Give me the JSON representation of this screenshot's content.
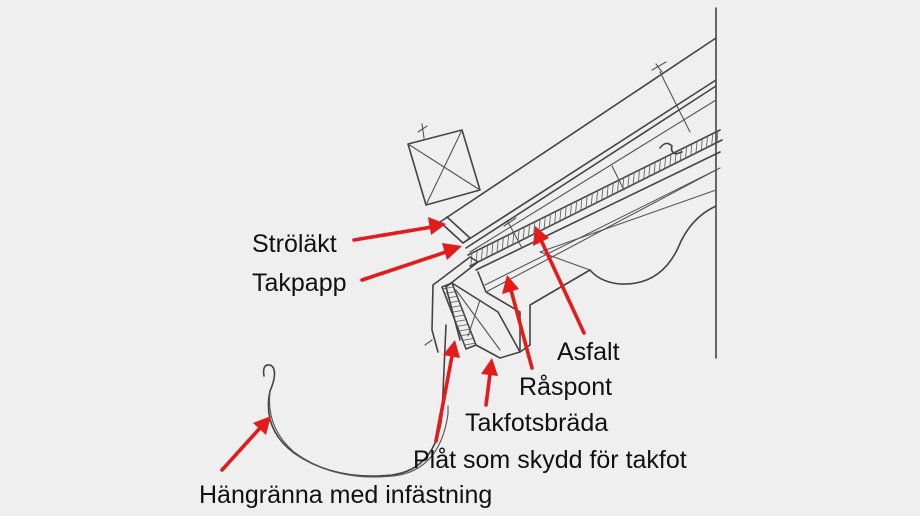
{
  "labels": {
    "strolakt": "Ströläkt",
    "takpapp": "Takpapp",
    "asfalt": "Asfalt",
    "raspont": "Råspont",
    "takfotsbrada": "Takfotsbräda",
    "plat": "Plåt som skydd för takfot",
    "hangranna": "Hängränna med infästning"
  },
  "colors": {
    "background": "#efefef",
    "arrow": "#e31b1b",
    "sketch": "#444444",
    "text": "#111111"
  }
}
